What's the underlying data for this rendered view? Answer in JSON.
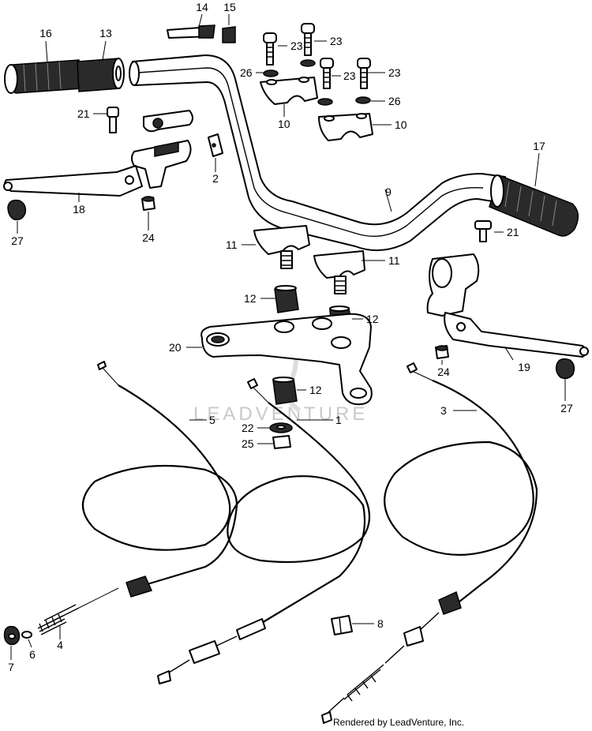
{
  "watermark": "LEADVENTURE",
  "credit": "Rendered by LeadVenture, Inc.",
  "callouts": [
    {
      "id": "c16",
      "text": "16"
    },
    {
      "id": "c13",
      "text": "13"
    },
    {
      "id": "c14",
      "text": "14"
    },
    {
      "id": "c15",
      "text": "15"
    },
    {
      "id": "c23a",
      "text": "23"
    },
    {
      "id": "c23b",
      "text": "23"
    },
    {
      "id": "c23c",
      "text": "23"
    },
    {
      "id": "c23d",
      "text": "23"
    },
    {
      "id": "c26a",
      "text": "26"
    },
    {
      "id": "c26b",
      "text": "26"
    },
    {
      "id": "c10a",
      "text": "10"
    },
    {
      "id": "c10b",
      "text": "10"
    },
    {
      "id": "c21a",
      "text": "21"
    },
    {
      "id": "c2",
      "text": "2"
    },
    {
      "id": "c18",
      "text": "18"
    },
    {
      "id": "c27a",
      "text": "27"
    },
    {
      "id": "c24a",
      "text": "24"
    },
    {
      "id": "c17",
      "text": "17"
    },
    {
      "id": "c9",
      "text": "9"
    },
    {
      "id": "c21b",
      "text": "21"
    },
    {
      "id": "c11a",
      "text": "11"
    },
    {
      "id": "c11b",
      "text": "11"
    },
    {
      "id": "c12a",
      "text": "12"
    },
    {
      "id": "c12b",
      "text": "12"
    },
    {
      "id": "c12c",
      "text": "12"
    },
    {
      "id": "c20",
      "text": "20"
    },
    {
      "id": "c24b",
      "text": "24"
    },
    {
      "id": "c19",
      "text": "19"
    },
    {
      "id": "c27b",
      "text": "27"
    },
    {
      "id": "c5",
      "text": "5"
    },
    {
      "id": "c1",
      "text": "1"
    },
    {
      "id": "c3",
      "text": "3"
    },
    {
      "id": "c22",
      "text": "22"
    },
    {
      "id": "c25",
      "text": "25"
    },
    {
      "id": "c8",
      "text": "8"
    },
    {
      "id": "c4",
      "text": "4"
    },
    {
      "id": "c6",
      "text": "6"
    },
    {
      "id": "c7",
      "text": "7"
    }
  ]
}
